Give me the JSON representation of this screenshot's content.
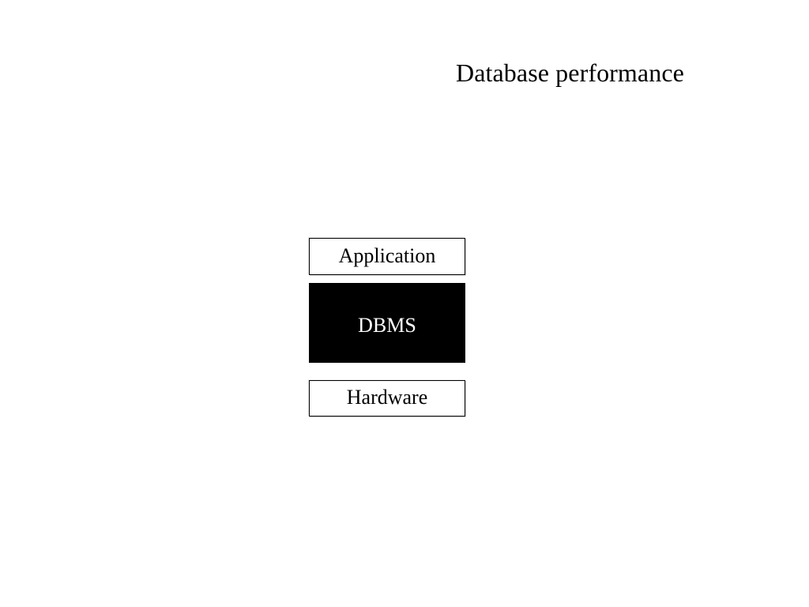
{
  "slide": {
    "background_color": "#ffffff",
    "title": "Database performance",
    "diagram": {
      "name": "system-stack",
      "layers": [
        {
          "id": "application",
          "label": "Application",
          "fill_color": "#ffffff",
          "text_color": "#000000",
          "border_color": "#000000"
        },
        {
          "id": "dbms",
          "label": "DBMS",
          "fill_color": "#000000",
          "text_color": "#ffffff",
          "border_color": "#000000"
        },
        {
          "id": "hardware",
          "label": "Hardware",
          "fill_color": "#ffffff",
          "text_color": "#000000",
          "border_color": "#000000"
        }
      ]
    }
  }
}
